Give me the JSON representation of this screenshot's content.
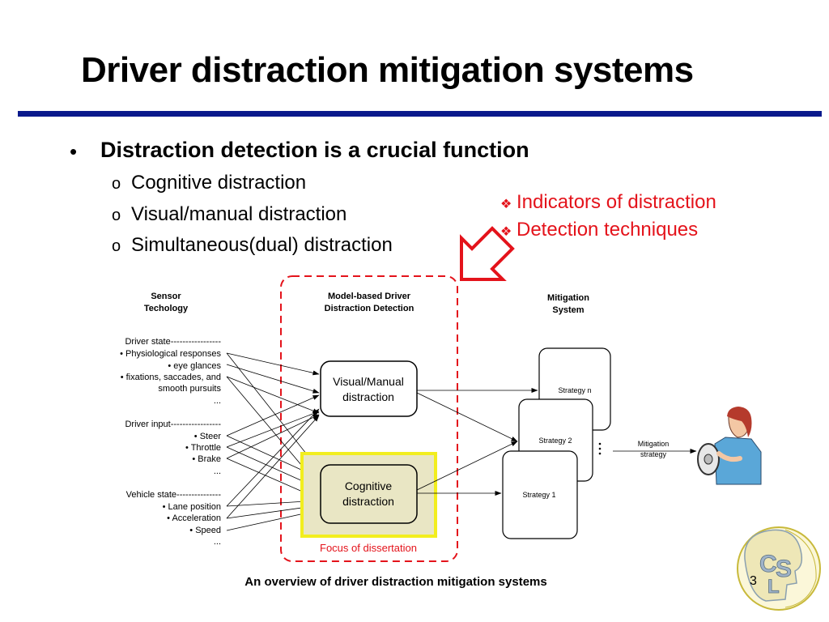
{
  "slide": {
    "title": "Driver distraction mitigation systems",
    "bullet_main": "Distraction detection is a crucial function",
    "sub_bullets": [
      "Cognitive distraction",
      "Visual/manual distraction",
      "Simultaneous(dual) distraction"
    ],
    "notes": [
      "Indicators of distraction",
      "Detection techniques"
    ],
    "page_number": "3"
  },
  "diagram": {
    "sensor_header": [
      "Sensor",
      "Techology"
    ],
    "model_header": [
      "Model-based Driver",
      "Distraction Detection"
    ],
    "mitigation_header": [
      "Mitigation",
      "System"
    ],
    "driver_state": [
      "Driver state-----------------",
      "• Physiological responses",
      "• eye glances",
      "• fixations, saccades, and",
      "smooth pursuits",
      "..."
    ],
    "driver_input": [
      "Driver input-----------------",
      "• Steer",
      "• Throttle",
      "• Brake",
      "..."
    ],
    "vehicle_state": [
      "Vehicle state---------------",
      "• Lane position",
      "• Acceleration",
      "• Speed",
      "..."
    ],
    "visual_box": [
      "Visual/Manual",
      "distraction"
    ],
    "cognitive_box": [
      "Cognitive",
      "distraction"
    ],
    "focus_label": "Focus of dissertation",
    "strategies": [
      "Strategy n",
      "Strategy 2",
      "Strategy 1"
    ],
    "mitigation_label": [
      "Mitigation",
      "strategy"
    ],
    "caption": "An overview of driver distraction mitigation systems"
  },
  "colors": {
    "title_rule": "#0a1a8c",
    "annotation": "#e4131b",
    "highlight_fill": "#e9e6c4",
    "highlight_border": "#f2ee1e"
  },
  "icons": [
    "bullet-dot",
    "circle-bullet",
    "diamond-bullet",
    "hollow-arrow",
    "driver-clipart",
    "csl-logo"
  ]
}
